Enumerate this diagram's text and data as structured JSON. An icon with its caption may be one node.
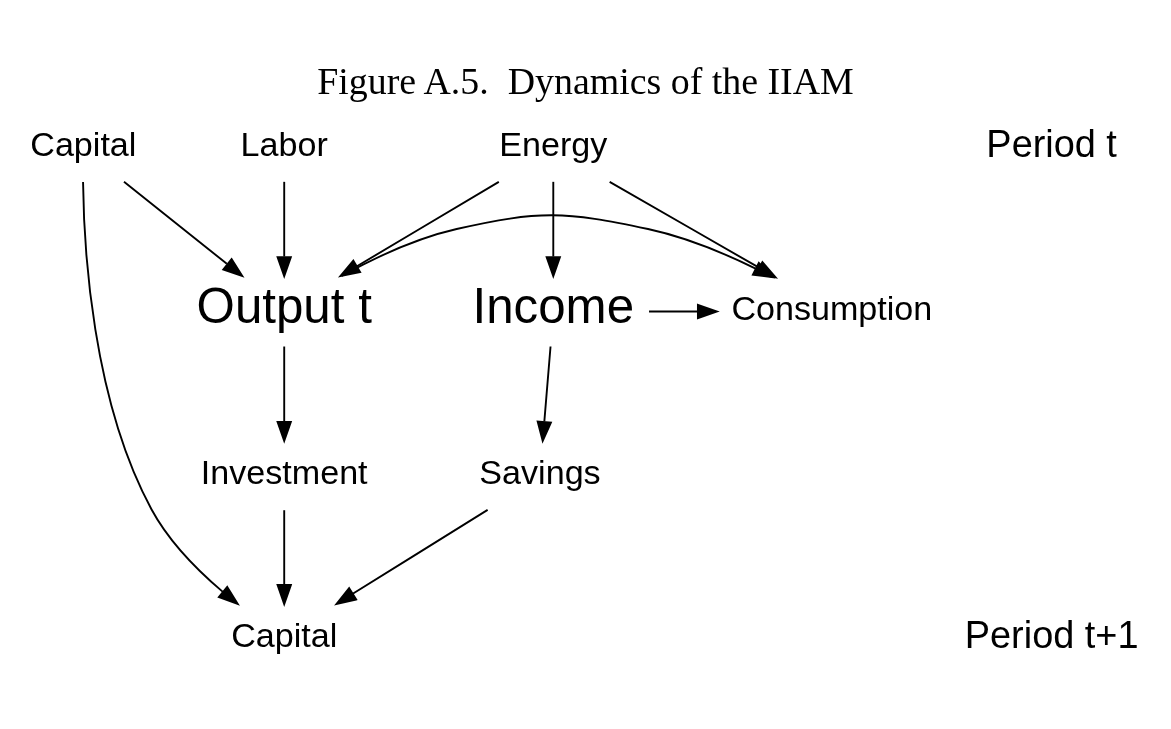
{
  "diagram": {
    "title": "Figure A.5.  Dynamics of the IIAM",
    "nodes": [
      {
        "text": [
          "Capital"
        ]
      },
      {
        "text": [
          "Labor"
        ]
      },
      {
        "text": [
          "Energy"
        ]
      },
      {
        "text": [
          "Output t"
        ]
      },
      {
        "text": [
          "Consumption"
        ]
      },
      {
        "text": [
          "Investment"
        ]
      },
      {
        "text": [
          "Income"
        ]
      },
      {
        "text": [
          "Savings"
        ]
      },
      {
        "text": [
          "Capital"
        ]
      }
    ],
    "edges": [
      {
        "from": 0,
        "to": 3,
        "arrow": "to"
      },
      {
        "from": 1,
        "to": 3,
        "arrow": "to"
      },
      {
        "from": 2,
        "to": 3,
        "arrow": "to"
      },
      {
        "from": 2,
        "to": 4,
        "arrow": "to"
      },
      {
        "from": 2,
        "to": 6,
        "arrow": "to"
      },
      {
        "from": 3,
        "to": 4,
        "arrow": "to"
      },
      {
        "from": 3,
        "to": 5,
        "arrow": "to"
      },
      {
        "from": 6,
        "to": 4,
        "arrow": "to"
      },
      {
        "from": 6,
        "to": 7,
        "arrow": "to"
      },
      {
        "from": 5,
        "to": 8,
        "arrow": "to"
      },
      {
        "from": 7,
        "to": 8,
        "arrow": "to"
      },
      {
        "from": 0,
        "to": 8,
        "arrow": "to"
      }
    ],
    "labels": [
      "Period t",
      "Period t+1"
    ]
  }
}
